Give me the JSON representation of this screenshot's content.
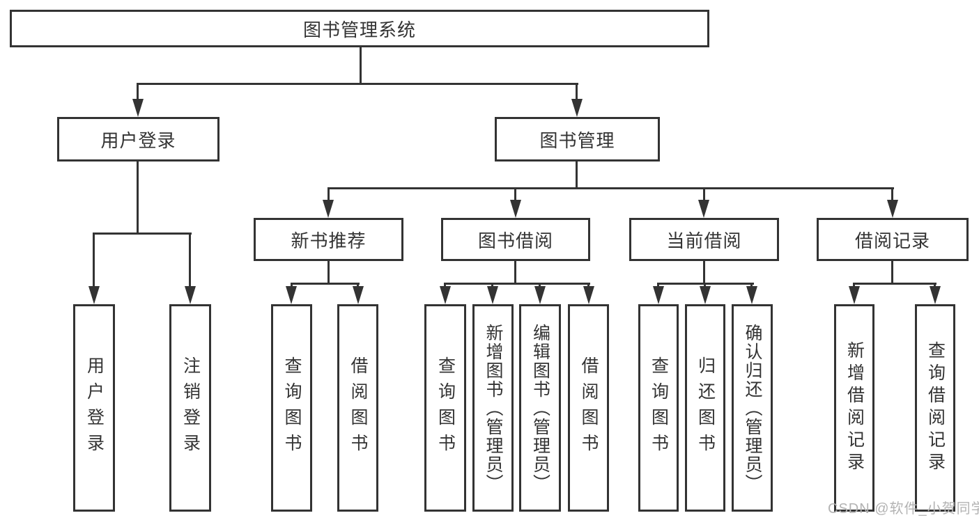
{
  "diagram": {
    "root": "图书管理系统",
    "l2": [
      "用户登录",
      "图书管理"
    ],
    "l3": [
      "新书推荐",
      "图书借阅",
      "当前借阅",
      "借阅记录"
    ],
    "leaves_user": [
      "用户登录",
      "注销登录"
    ],
    "leaves_new": [
      "查询图书",
      "借阅图书"
    ],
    "leaves_borrow": [
      "查询图书",
      "新增图书（管理员）",
      "编辑图书（管理员）",
      "借阅图书"
    ],
    "leaves_current": [
      "查询图书",
      "归还图书",
      "确认归还（管理员）"
    ],
    "leaves_records": [
      "新增借阅记录",
      "查询借阅记录"
    ]
  },
  "watermark": "CSDN @软件_小贺同学",
  "colors": {
    "line": "#333333",
    "box_border": "#333333",
    "text": "#333333",
    "watermark": "#b3b3b3",
    "background": "#ffffff"
  }
}
